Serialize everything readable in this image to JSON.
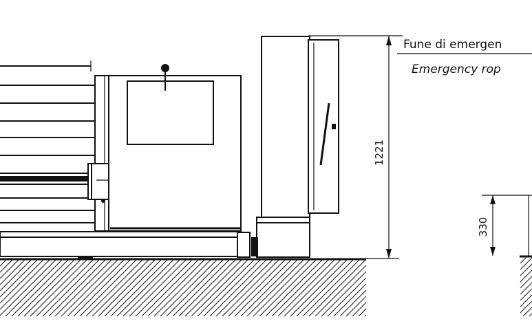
{
  "labels": {
    "label_it": "Fune di emergen",
    "label_en": "Emergency rop"
  },
  "dimensions": {
    "height_total": "1221",
    "height_step": "330"
  }
}
